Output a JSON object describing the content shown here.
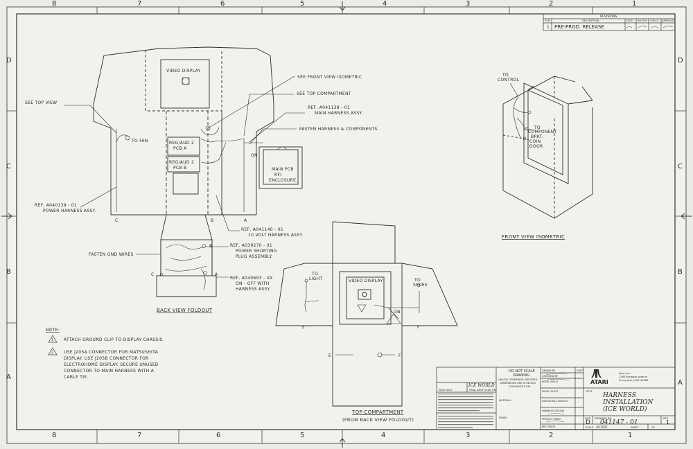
{
  "border": {
    "columns_top": [
      "8",
      "7",
      "6",
      "5",
      "4",
      "3",
      "2",
      "1"
    ],
    "columns_bottom": [
      "8",
      "7",
      "6",
      "5",
      "4",
      "3",
      "2",
      "1"
    ],
    "rows_left": [
      "D",
      "C",
      "B",
      "A"
    ],
    "rows_right": [
      "D",
      "C",
      "B",
      "A"
    ]
  },
  "revisions": {
    "title": "REVISIONS",
    "headers": [
      "SYM",
      "DESCRIPTION",
      "DATE",
      "INCORP",
      "CHECK",
      "APPROVED"
    ],
    "rows": [
      {
        "sym": "1",
        "description": "PRE-PROD. RELEASE"
      }
    ]
  },
  "back_view": {
    "video_display": "VIDEO DISPLAY",
    "see_top_view": "SEE TOP VIEW",
    "to_fan": "TO FAN",
    "see_front_view_isometric": "SEE FRONT VIEW ISOMETRIC",
    "see_top_compartment": "SEE TOP COMPARTMENT",
    "ref_main_harness": "REF, A041138 - 01",
    "main_harness_assy": "MAIN HARNESS ASSY.",
    "fasten_harness": "FASTEN HARNESS & COMPONENTS.",
    "regaud_a": "REG/AUD 2",
    "pcb_a": "PCB A",
    "regaud_b": "REG/AUD 2",
    "pcb_b": "PCB B",
    "on": "ON",
    "main_pcb": "MAIN PCB",
    "rfi": "RFI",
    "enclosure": "ENCLOSURE",
    "ref_power_harness": "REF, A040139 - 01",
    "power_harness_assy": "POWER HARNESS ASSY.",
    "letter_c": "C",
    "letter_b": "B",
    "letter_a": "A",
    "ref_10volt": "REF, A041140 - 01",
    "ten_volt_harness": "10 VOLT HARNESS ASSY.",
    "fasten_gnd_wires": "FASTEN GND WIRES",
    "ref_shorting": "REF, A039270 - 01",
    "power_shorting": "POWER SHORTING",
    "plug_assembly": "PLUG ASSEMBLY.",
    "ref_onoff": "REF, A040693 - XX",
    "on_off_with": "ON - OFF WITH",
    "harness_assy": "HARNESS ASSY.",
    "foldout_c": "C",
    "foldout_b": "B",
    "foldout_a": "A",
    "caption": "BACK VIEW FOLDOUT"
  },
  "front_iso": {
    "to_control": "TO",
    "to_control2": "CONTROL",
    "to_component": "TO",
    "component": "COMPONENT",
    "bkt": "BRKT.",
    "coin_door": "COIN",
    "coin_door2": "DOOR",
    "caption": "FRONT VIEW ISOMETRIC"
  },
  "top_comp": {
    "to_light": "TO",
    "light": "LIGHT",
    "video_display": "VIDEO DISPLAY",
    "to_spkrs": "TO",
    "spkrs": "SPKRS",
    "on": "ON",
    "letter_e": "E",
    "letter_f": "F",
    "letter_e2": "E",
    "letter_f2": "F",
    "caption": "TOP COMPARTMENT",
    "subcaption": "(FROM BACK VIEW FOLDOUT)"
  },
  "notes": {
    "title": "NOTE:",
    "n1_num": "1",
    "n1": "ATTACH GROUND CLIP TO DISPLAY CHASSIS.",
    "n2_num": "2",
    "n2_lines": [
      "USE J205A CONNECTOR FOR MATSUSHITA",
      "DISPLAY. USE J205B CONNECTOR FOR",
      "ELECTROHOME DISPLAY. SECURE UNUSED",
      "CONNECTOR TO MAIN HARNESS WITH A",
      "CABLE TIE."
    ]
  },
  "title_block": {
    "do_not_scale": "DO NOT SCALE",
    "drawing": "DRAWING",
    "unless": "UNLESS OTHERWISE SPECIFIED",
    "dimensions": "DIMENSIONS ARE IN INCHES",
    "tolerances": "TOLERANCES ON:",
    "next_assy": "NEXT ASSY",
    "final_assy": "FINAL ASSY USED ON",
    "material": "MATERIAL",
    "finish": "FINISH",
    "ice_world_hand": "ICE WORLD",
    "drawn_by": "DRAWN BY",
    "checked_by": "CHECKED BY",
    "engr_mech": "ENGR. MECH",
    "engr_elect": "ENGR. ELECT",
    "industrial_design": "INDUSTRIAL DESIGN",
    "harness_design": "HARNESS DESIGN",
    "project_engr": "PROJECT ENGR",
    "mfg_engr": "MFG ENGR",
    "date": "DATE",
    "company": "ATARI",
    "address1": "Atari, Inc.",
    "address2": "1265 Borregas Avenue",
    "address3": "Sunnyvale, Calif. 94086",
    "title_label": "TITLE",
    "title_line1": "HARNESS",
    "title_line2": "INSTALLATION",
    "title_line3": "(ICE WORLD)",
    "size_label": "SIZE",
    "size": "D",
    "drawing_no_label": "DRAWING NO.",
    "drawing_no": "041147 - 01",
    "rev_label": "REV",
    "rev": "1",
    "scale_label": "SCALE",
    "scale": "NONE",
    "sheet_label": "SHEET",
    "of_label": "OF"
  }
}
